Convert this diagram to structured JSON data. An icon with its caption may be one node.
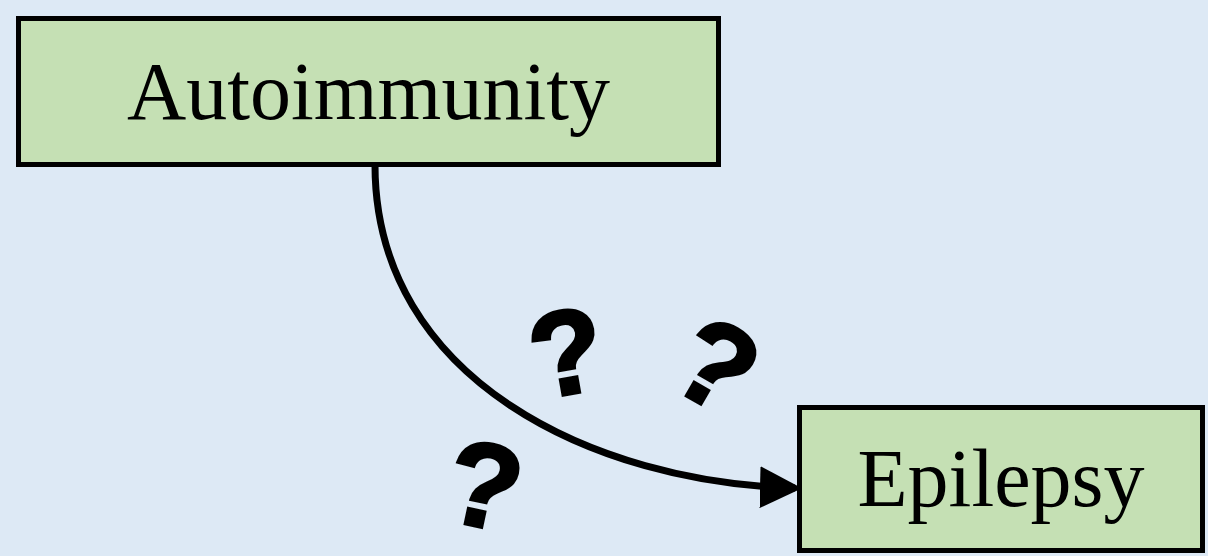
{
  "diagram": {
    "nodes": [
      {
        "text": [
          "Autoimmunity"
        ]
      },
      {
        "text": [
          "Epilepsy"
        ]
      }
    ],
    "edges": [
      {
        "from": 0,
        "to": 1,
        "arrow": "to"
      }
    ],
    "labels": [
      "?",
      "?",
      "?"
    ]
  }
}
